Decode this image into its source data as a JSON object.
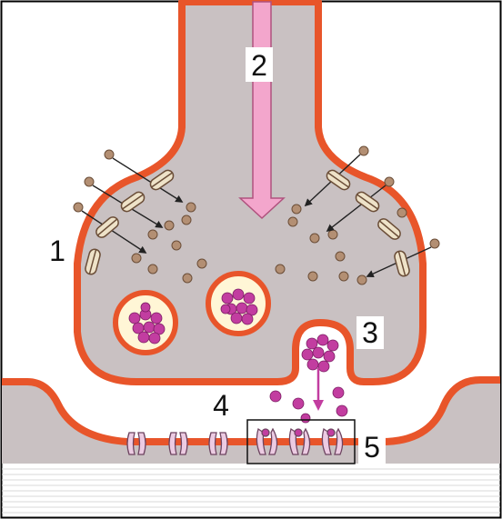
{
  "diagram": {
    "labels": {
      "step1": "1",
      "step2": "2",
      "step3": "3",
      "step4": "4",
      "step5": "5"
    },
    "colors": {
      "membrane": "#e8552a",
      "cytoplasm": "#c9c1c2",
      "background": "#ffffff",
      "arrow_pink": "#f3a6cc",
      "transmitter": "#c23da0",
      "calcium": "#b38f73",
      "vesicle_fill": "#fff6d6",
      "receptor": "#eccbe2",
      "frame": "#000000"
    }
  }
}
